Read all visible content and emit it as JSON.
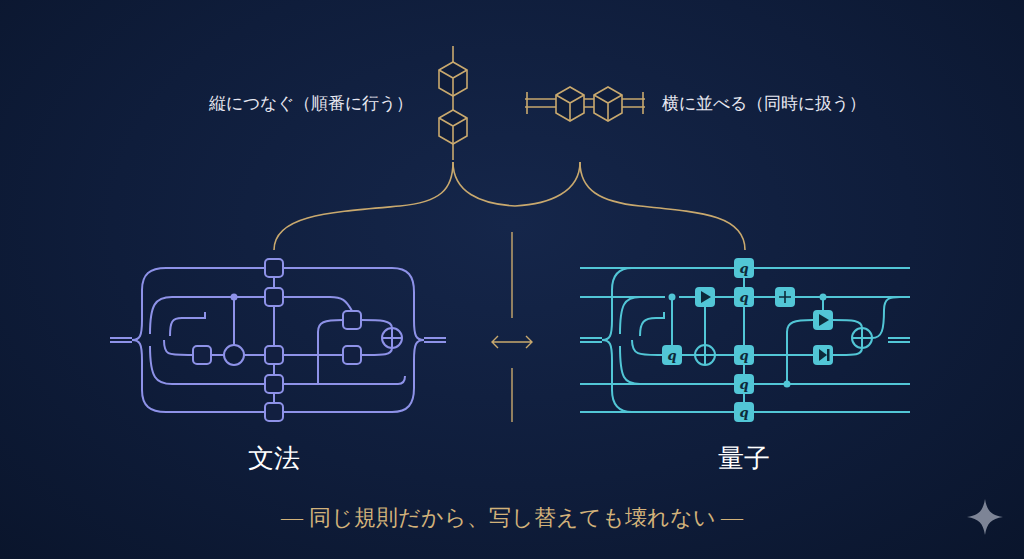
{
  "diagram": {
    "caption": "— 同じ規則だから、写し替えても壊れない —",
    "nodes": [
      {
        "text": [
          "q"
        ]
      },
      {
        "text": [
          "q"
        ]
      },
      {
        "text": [
          "q"
        ]
      },
      {
        "text": [
          "q"
        ]
      },
      {
        "text": [
          "q"
        ]
      },
      {
        "text": [
          "q"
        ]
      }
    ],
    "edges": [
      {
        "from": 0,
        "to": 1,
        "arrow": "none"
      },
      {
        "from": 1,
        "to": 3,
        "arrow": "none"
      },
      {
        "from": 3,
        "to": 4,
        "arrow": "none"
      },
      {
        "from": 4,
        "to": 5,
        "arrow": "none"
      }
    ],
    "labels": [
      "縦につなぐ（順番に行う）",
      "横に並べる（同時に扱う）",
      "文法",
      "量子"
    ]
  }
}
